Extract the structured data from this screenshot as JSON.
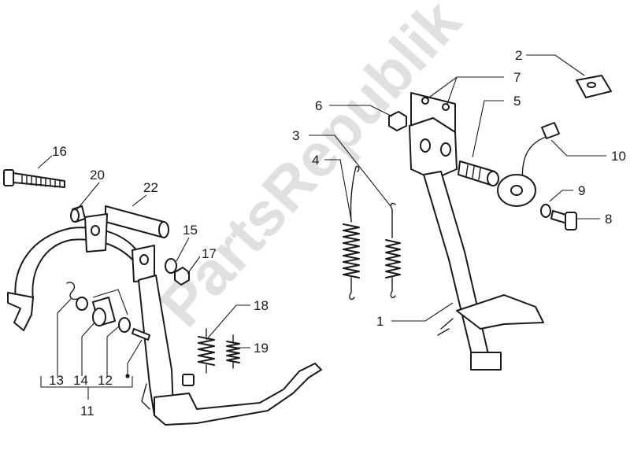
{
  "watermark": "PartsRepublik",
  "callouts": [
    {
      "id": "c1",
      "label": "1"
    },
    {
      "id": "c2",
      "label": "2"
    },
    {
      "id": "c3",
      "label": "3"
    },
    {
      "id": "c4",
      "label": "4"
    },
    {
      "id": "c5",
      "label": "5"
    },
    {
      "id": "c6",
      "label": "6"
    },
    {
      "id": "c7",
      "label": "7"
    },
    {
      "id": "c8",
      "label": "8"
    },
    {
      "id": "c9",
      "label": "9"
    },
    {
      "id": "c10",
      "label": "10"
    },
    {
      "id": "c11",
      "label": "11"
    },
    {
      "id": "c12",
      "label": "12"
    },
    {
      "id": "c13",
      "label": "13"
    },
    {
      "id": "c14",
      "label": "14"
    },
    {
      "id": "c15",
      "label": "15"
    },
    {
      "id": "c16",
      "label": "16"
    },
    {
      "id": "c17",
      "label": "17"
    },
    {
      "id": "c18",
      "label": "18"
    },
    {
      "id": "c19",
      "label": "19"
    },
    {
      "id": "c20",
      "label": "20"
    },
    {
      "id": "c22",
      "label": "22"
    }
  ]
}
